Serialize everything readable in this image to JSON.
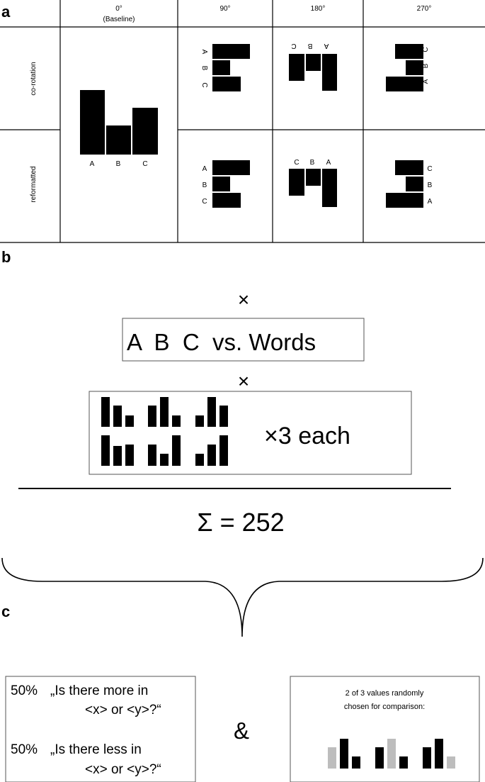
{
  "panels": {
    "a": "a",
    "b": "b",
    "c": "c"
  },
  "table": {
    "headers": [
      "0°",
      "90°",
      "180°",
      "270°"
    ],
    "baseline_note": "(Baseline)",
    "row_labels": [
      "co-rotation",
      "reformatted"
    ],
    "bar_labels": [
      "A",
      "B",
      "C"
    ]
  },
  "equation": {
    "times_1": "×",
    "box1": "A  B  C  vs. Words",
    "times_2": "×",
    "box2_text": "×3 each",
    "sum": "Σ = 252"
  },
  "questions": {
    "q1_pct": "50%",
    "q1_line1": "„Is there more in",
    "q1_line2": "<x> or <y>?“",
    "q2_pct": "50%",
    "q2_line1": "„Is there less in",
    "q2_line2": "<x> or <y>?“",
    "ampersand": "&",
    "right_line1": "2 of 3 values randomly",
    "right_line2": "chosen for comparison:"
  },
  "colors": {
    "bar": "#000000",
    "grey_bar": "#bdbdbd",
    "line": "#000000"
  }
}
